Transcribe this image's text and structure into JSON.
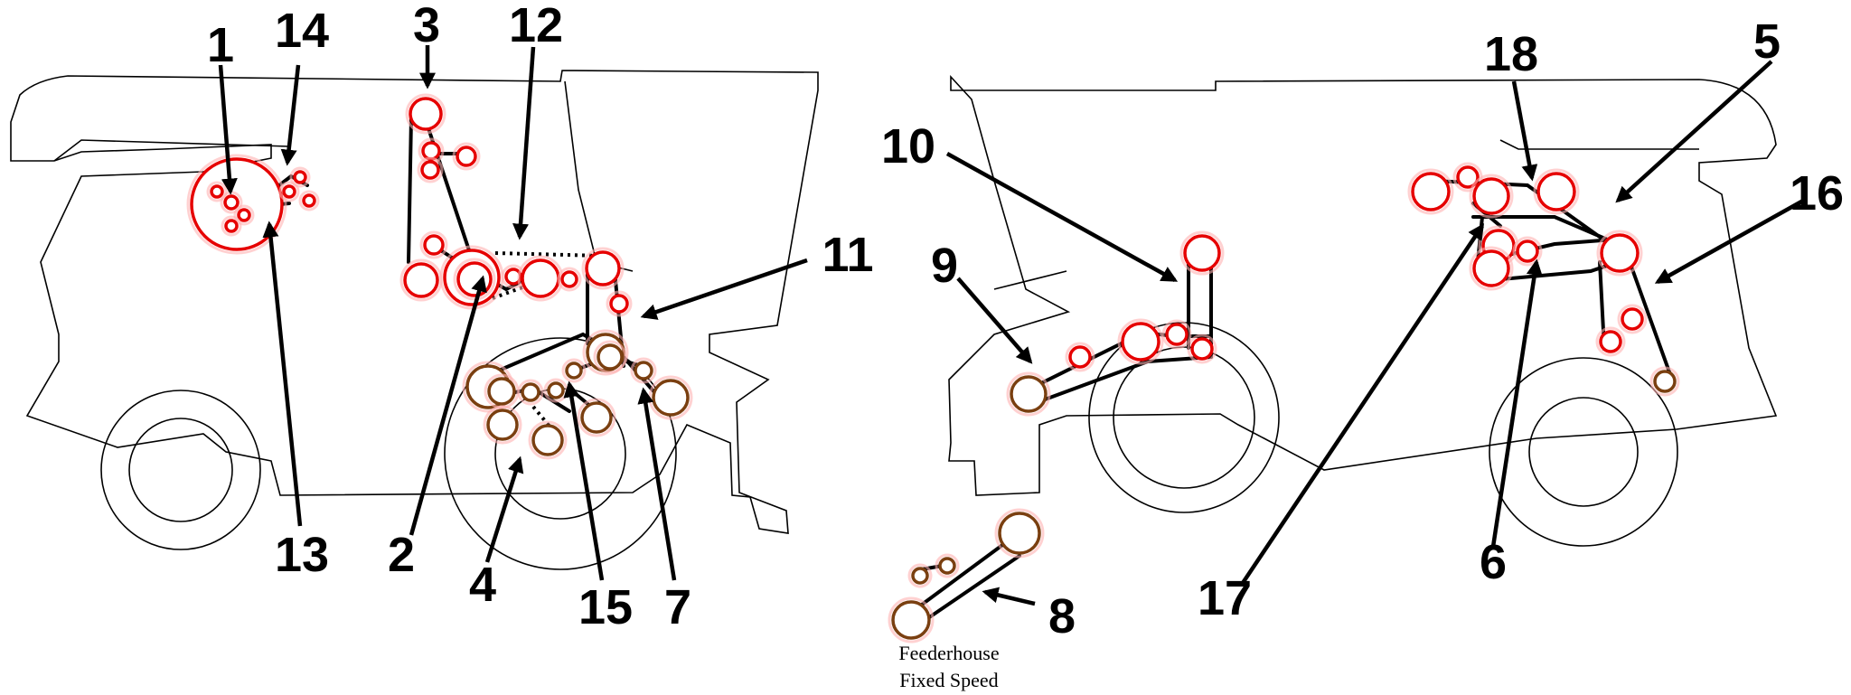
{
  "colors": {
    "electric_pulley": "#e60000",
    "mechanical_pulley": "#7a3f10",
    "pulley_glow": "#ffb3b3",
    "belt": "#000000",
    "outline": "#000000"
  },
  "callouts": {
    "c1": "1",
    "c2": "2",
    "c3": "3",
    "c4": "4",
    "c5": "5",
    "c6": "6",
    "c7": "7",
    "c8": "8",
    "c9": "9",
    "c10": "10",
    "c11": "11",
    "c12": "12",
    "c13": "13",
    "c14": "14",
    "c15": "15",
    "c16": "16",
    "c17": "17",
    "c18": "18"
  },
  "caption": {
    "line1": "Feederhouse",
    "line2": "Fixed Speed"
  }
}
